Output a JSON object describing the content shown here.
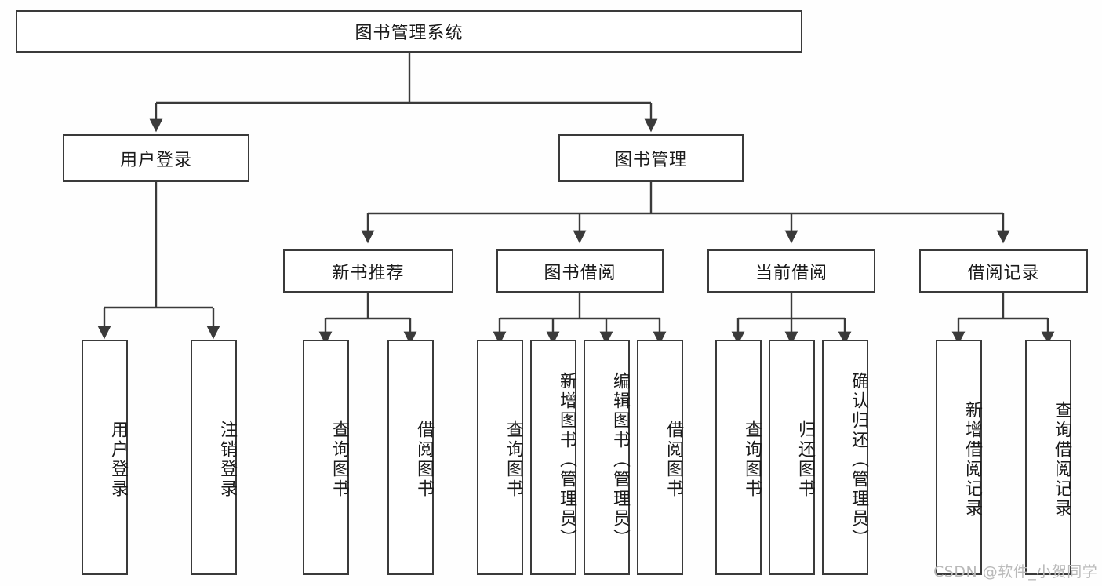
{
  "diagram": {
    "title": "图书管理系统",
    "type": "tree-hierarchy",
    "background_color": "#fefefe",
    "line_color": "#3a3a3a",
    "node_fill": "#ffffff",
    "text_color": "#1a1a1a"
  },
  "nodes": {
    "root": {
      "label": "图书管理系统"
    },
    "level2": [
      {
        "id": "user-login",
        "label": "用户登录"
      },
      {
        "id": "book-manage",
        "label": "图书管理"
      }
    ],
    "level3": [
      {
        "id": "new-book-recommend",
        "label": "新书推荐"
      },
      {
        "id": "book-borrow",
        "label": "图书借阅"
      },
      {
        "id": "current-borrow",
        "label": "当前借阅"
      },
      {
        "id": "borrow-record",
        "label": "借阅记录"
      }
    ],
    "leaves": {
      "user_login": [
        {
          "id": "leaf-user-login",
          "label": "用户登录"
        },
        {
          "id": "leaf-logout-login",
          "label": "注销登录"
        }
      ],
      "new_book_recommend": [
        {
          "id": "leaf-query-book-1",
          "label": "查询图书"
        },
        {
          "id": "leaf-borrow-book-1",
          "label": "借阅图书"
        }
      ],
      "book_borrow": [
        {
          "id": "leaf-query-book-2",
          "label": "查询图书"
        },
        {
          "id": "leaf-add-book",
          "label": "新增图书（管理员）"
        },
        {
          "id": "leaf-edit-book",
          "label": "编辑图书（管理员）"
        },
        {
          "id": "leaf-borrow-book-2",
          "label": "借阅图书"
        }
      ],
      "current_borrow": [
        {
          "id": "leaf-query-book-3",
          "label": "查询图书"
        },
        {
          "id": "leaf-return-book",
          "label": "归还图书"
        },
        {
          "id": "leaf-confirm-return",
          "label": "确认归还（管理员）"
        }
      ],
      "borrow_record": [
        {
          "id": "leaf-add-record",
          "label": "新增借阅记录"
        },
        {
          "id": "leaf-query-record",
          "label": "查询借阅记录"
        }
      ]
    }
  },
  "watermark": {
    "text": "CSDN @软件_小贺同学"
  }
}
